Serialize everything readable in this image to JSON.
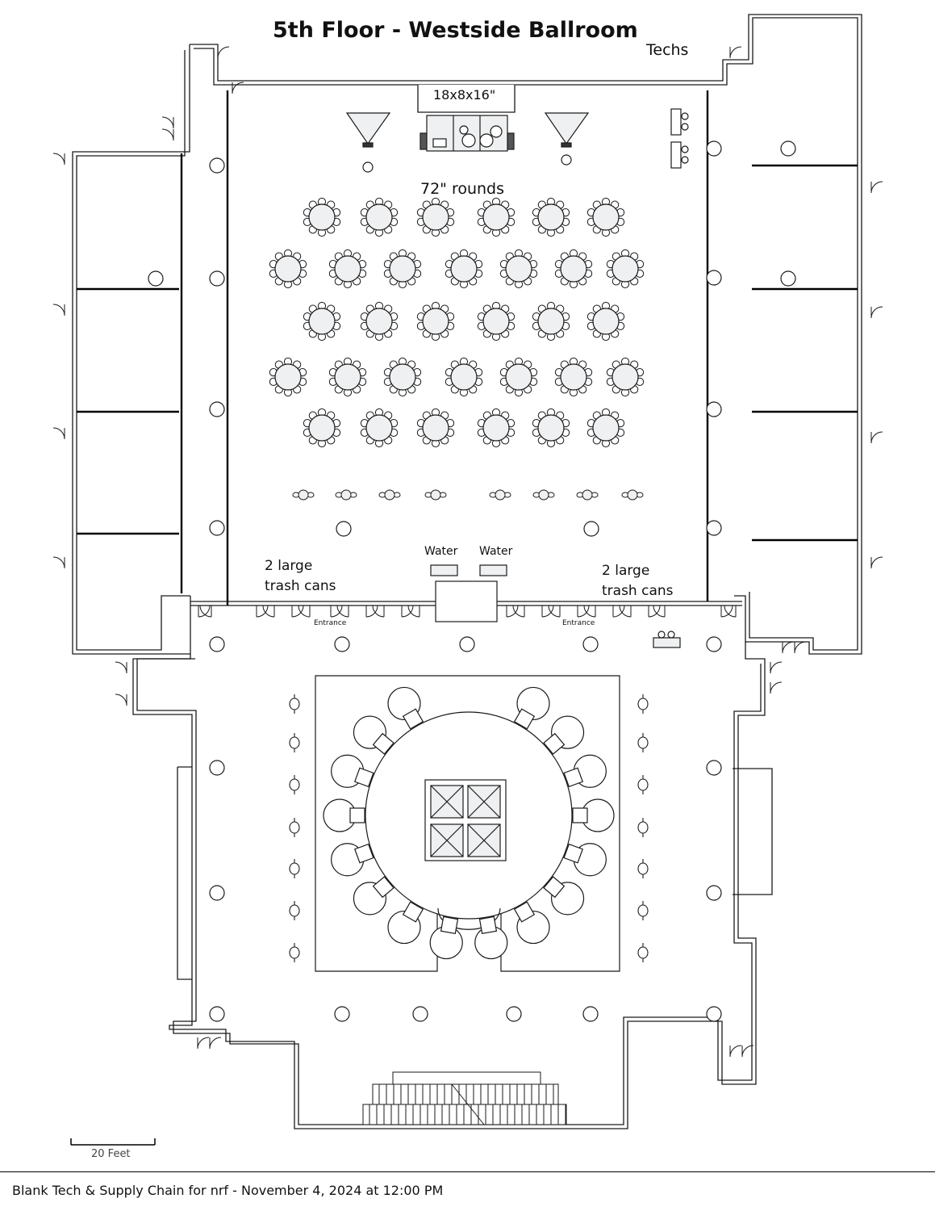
{
  "title": "5th Floor - Westside Ballroom",
  "labels": {
    "techs": "Techs",
    "stage": "18x8x16\"",
    "rounds": "72\" rounds",
    "water_left": "Water",
    "water_right": "Water",
    "trash_left_line1": "2 large",
    "trash_left_line2": "trash cans",
    "trash_right_line1": "2 large",
    "trash_right_line2": "trash cans",
    "entrance_left": "Entrance",
    "entrance_right": "Entrance",
    "scale": "20 Feet"
  },
  "footer": "Blank Tech & Supply Chain for nrf - November 4, 2024 at 12:00 PM",
  "seating": {
    "table_type": "72\" round",
    "row_counts": [
      6,
      7,
      6,
      7,
      6
    ],
    "cocktail_tables": 8,
    "projector_screens": 2,
    "water_stations": 2
  },
  "colors": {
    "line": "#1a1a1a",
    "fill": "#eef0f2",
    "background": "#ffffff"
  }
}
